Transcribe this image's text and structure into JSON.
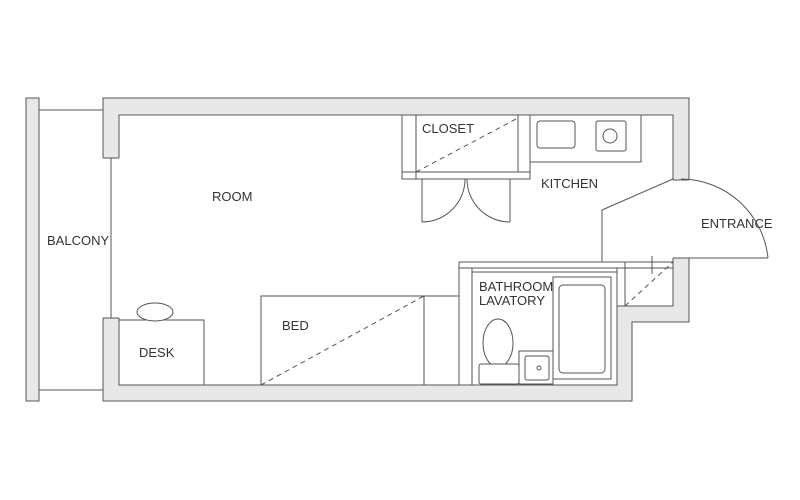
{
  "rooms": {
    "room": "ROOM",
    "closet": "CLOSET",
    "kitchen": "KITCHEN",
    "entrance": "ENTRANCE",
    "balcony": "BALCONY",
    "bathroom_line1": "BATHROOM",
    "bathroom_line2": "LAVATORY",
    "bed": "BED",
    "desk": "DESK"
  },
  "colors": {
    "wall_fill": "#e8e8e8",
    "line": "#555555",
    "background": "#ffffff"
  }
}
